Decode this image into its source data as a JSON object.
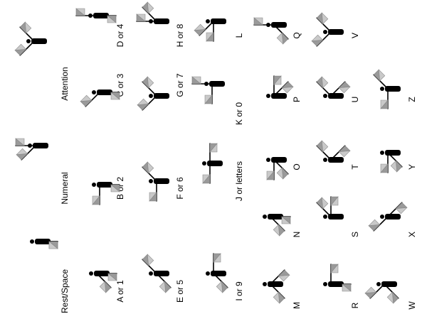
{
  "cells": [
    {
      "label": "Rest/Space"
    },
    {
      "label": "Numeral"
    },
    {
      "label": "Attention"
    },
    {
      "label": "A or 1"
    },
    {
      "label": "B or 2"
    },
    {
      "label": "C or 3"
    },
    {
      "label": "D or 4"
    },
    {
      "label": "E or 5"
    },
    {
      "label": "F or 6"
    },
    {
      "label": "G or 7"
    },
    {
      "label": "H or 8"
    },
    {
      "label": "I or 9"
    },
    {
      "label": "J or letters"
    },
    {
      "label": "K or 0"
    },
    {
      "label": "L"
    },
    {
      "label": "M"
    },
    {
      "label": "N"
    },
    {
      "label": "O"
    },
    {
      "label": "P"
    },
    {
      "label": "Q"
    },
    {
      "label": "R"
    },
    {
      "label": "S"
    },
    {
      "label": "T"
    },
    {
      "label": "U"
    },
    {
      "label": "V"
    },
    {
      "label": "W"
    },
    {
      "label": "X"
    },
    {
      "label": "Y"
    },
    {
      "label": "Z"
    }
  ]
}
